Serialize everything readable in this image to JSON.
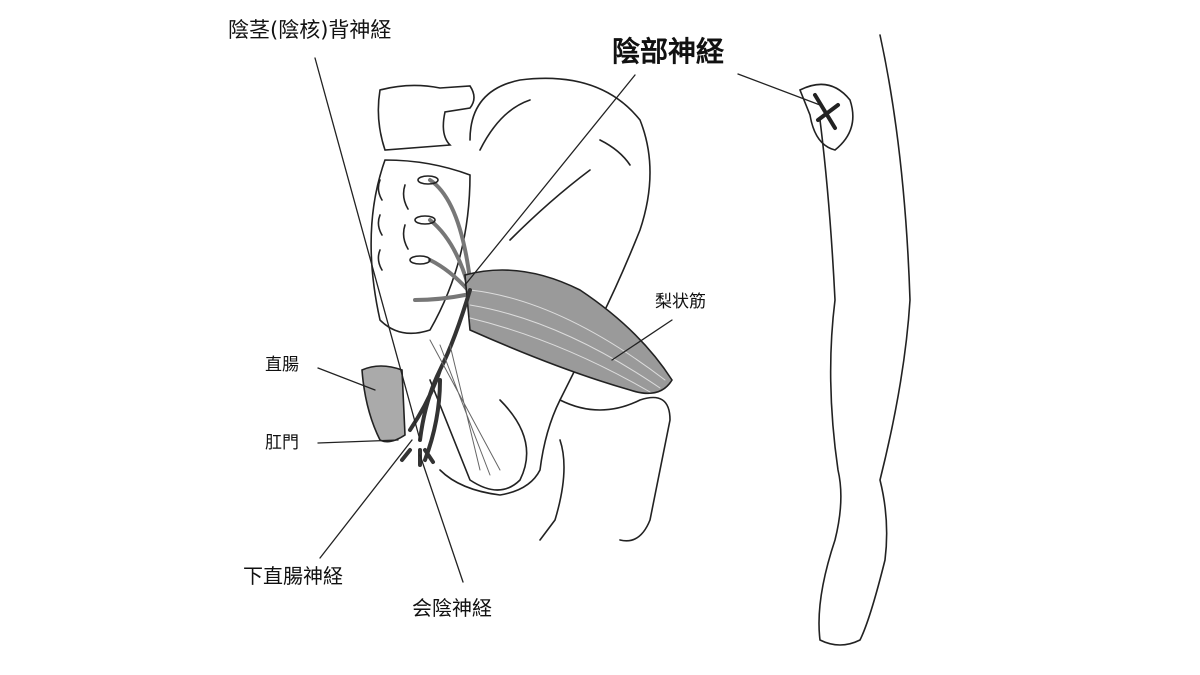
{
  "labels": {
    "dorsal_nerve": "陰茎(陰核)背神経",
    "pudendal_nerve": "陰部神経",
    "piriformis": "梨状筋",
    "rectum": "直腸",
    "anus": "肛門",
    "inferior_rectal_nerve": "下直腸神経",
    "perineal_nerve": "会陰神経"
  },
  "colors": {
    "ink": "#111111",
    "muscle": "#9a9a9a"
  }
}
